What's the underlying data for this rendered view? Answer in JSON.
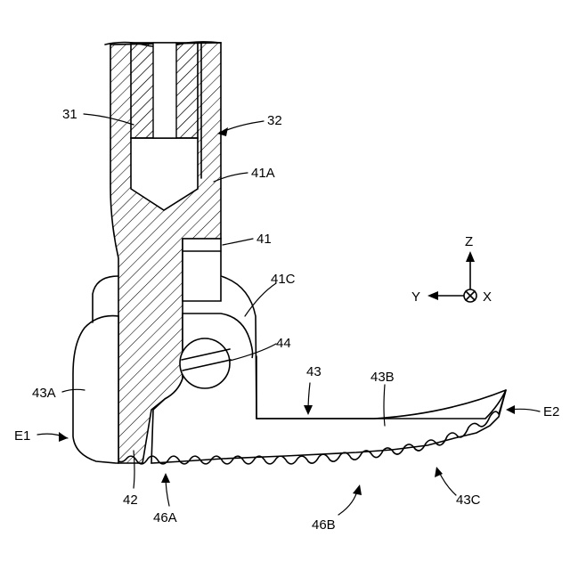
{
  "labels": {
    "l31": "31",
    "l32": "32",
    "l41A": "41A",
    "l41": "41",
    "l41C": "41C",
    "l44": "44",
    "l43": "43",
    "l43B": "43B",
    "l43A": "43A",
    "lE1": "E1",
    "lE2": "E2",
    "l42": "42",
    "l46A": "46A",
    "l46B": "46B",
    "l43C": "43C"
  },
  "axes": {
    "z": "Z",
    "y": "Y",
    "x": "X"
  }
}
